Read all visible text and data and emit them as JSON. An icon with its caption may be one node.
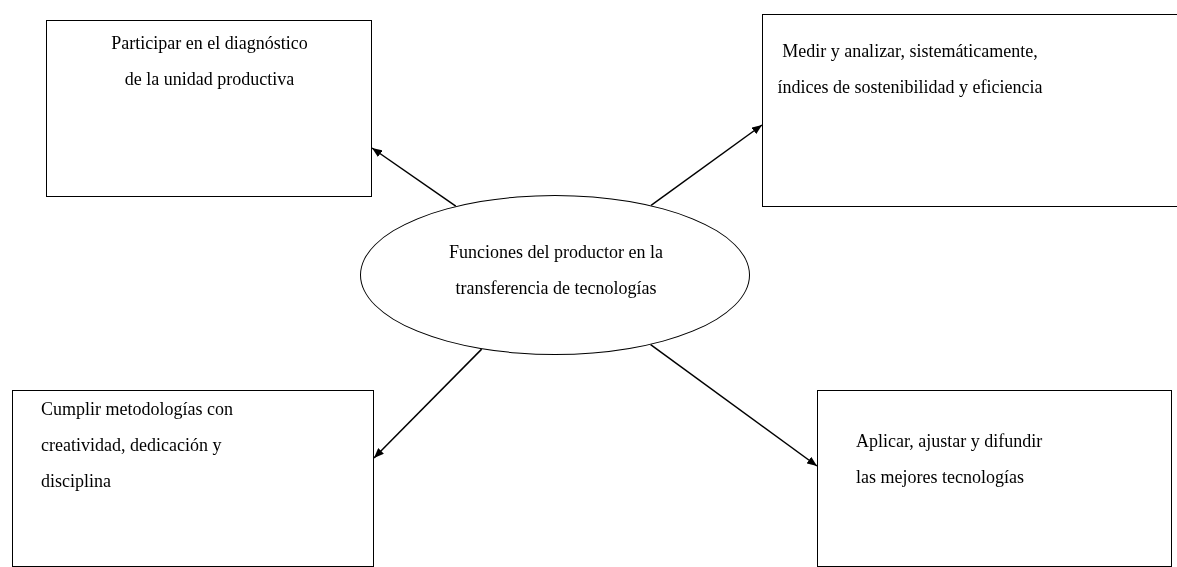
{
  "diagram": {
    "nodes": [
      {
        "text": [
          "Funciones del productor en la transferencia de tecnologías"
        ]
      },
      {
        "text": [
          "Participar en el diagnóstico de la unidad productiva"
        ]
      },
      {
        "text": [
          "Medir y analizar, sistemáticamente, índices de sostenibilidad y eficiencia"
        ]
      },
      {
        "text": [
          "Cumplir metodologías con creatividad, dedicación y disciplina"
        ]
      },
      {
        "text": [
          "Aplicar, ajustar y difundir las mejores tecnologías"
        ]
      }
    ],
    "edges": [
      {
        "from": 0,
        "to": 1,
        "arrow": "to"
      },
      {
        "from": 0,
        "to": 2,
        "arrow": "to"
      },
      {
        "from": 0,
        "to": 3,
        "arrow": "to"
      },
      {
        "from": 0,
        "to": 4,
        "arrow": "to"
      }
    ]
  }
}
